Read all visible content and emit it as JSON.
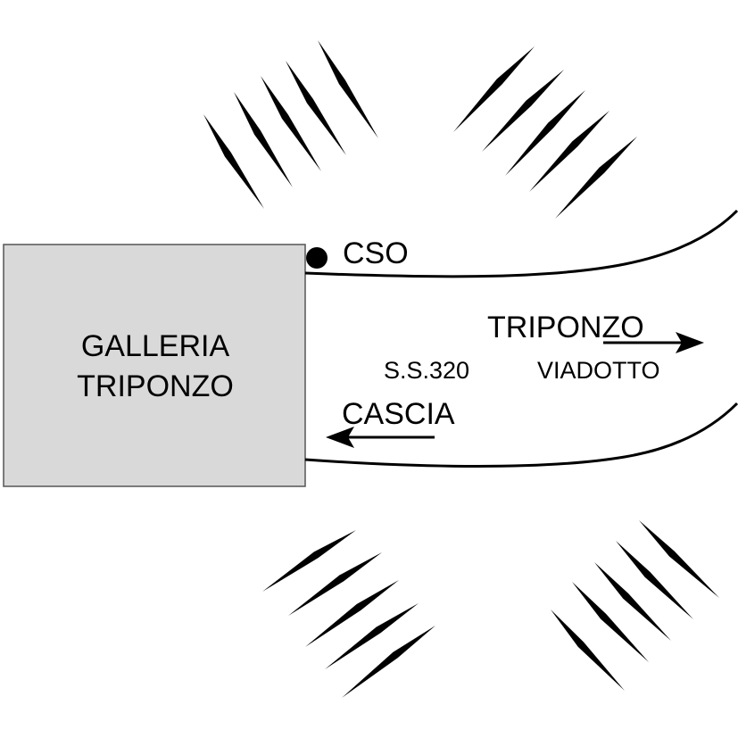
{
  "tunnel": {
    "line1": "GALLERIA",
    "line2": "TRIPONZO",
    "fill": "#d9d9d9"
  },
  "marker": {
    "label": "CSO"
  },
  "road": {
    "label": "S.S.320"
  },
  "directions": {
    "east": {
      "label": "TRIPONZO",
      "sublabel": "VIADOTTO"
    },
    "west": {
      "label": "CASCIA"
    }
  },
  "colors": {
    "ink": "#000000",
    "background": "#ffffff"
  }
}
